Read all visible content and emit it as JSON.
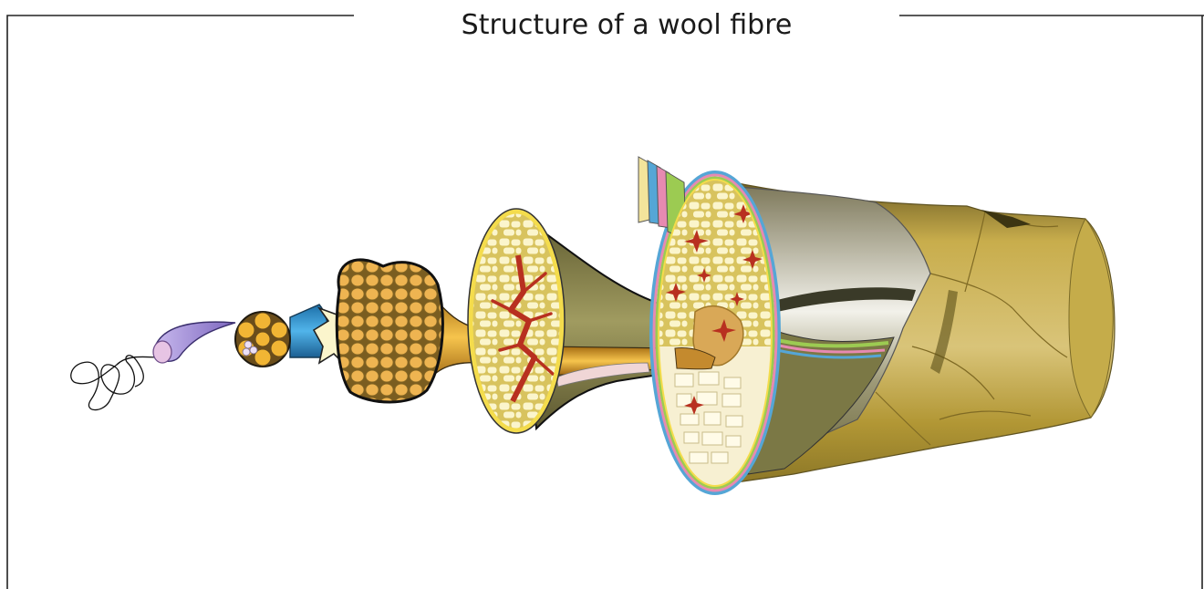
{
  "figure": {
    "title": "Structure of a wool fibre"
  },
  "colors": {
    "border": "#222222",
    "helix": "#111111",
    "protofibril": "#8f7ac9",
    "microfibril": "#f1b534",
    "matrix_blue": "#2e90cf",
    "macrofibril": "#e9b252",
    "cortex_fill": "#fbf3b7",
    "cell_membrane_red": "#b83020",
    "cuticle_gold": "#b99b39",
    "cuticle_shadow": "#6f6a35",
    "sheath_olive": "#7d7a48",
    "layer_green": "#9ccb52",
    "layer_pink": "#e78ab1",
    "layer_blue": "#55a6d6"
  },
  "icons": [
    "alpha-helix-coil",
    "protofibril",
    "microfibril",
    "macrofibril",
    "cortical-cell",
    "cortex",
    "cuticle-scales"
  ]
}
